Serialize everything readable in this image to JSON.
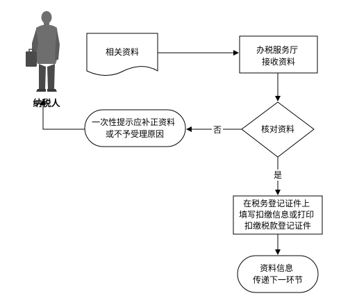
{
  "diagram": {
    "actor": {
      "label": "纳税人",
      "icon": "businessman-silhouette-icon"
    },
    "nodes": {
      "documents": {
        "lines": [
          "相关资料"
        ]
      },
      "hall_receive": {
        "lines": [
          "办税服务厅",
          "接收资料"
        ]
      },
      "check": {
        "lines": [
          "核对资料"
        ]
      },
      "notify_supplement": {
        "lines": [
          "一次性提示应补正资料",
          "或不予受理原因"
        ]
      },
      "fill_certificate": {
        "lines": [
          "在税务登记证件上",
          "填写扣缴信息或打印",
          "扣缴税款登记证件"
        ]
      },
      "pass_next": {
        "lines": [
          "资料信息",
          "传递下一环节"
        ]
      }
    },
    "edges": {
      "no_label": "否",
      "yes_label": "是"
    },
    "colors": {
      "line": "#000000",
      "fill": "#ffffff",
      "silhouette": "#6e6e6e",
      "silhouette_dark": "#4a4a4a"
    }
  }
}
